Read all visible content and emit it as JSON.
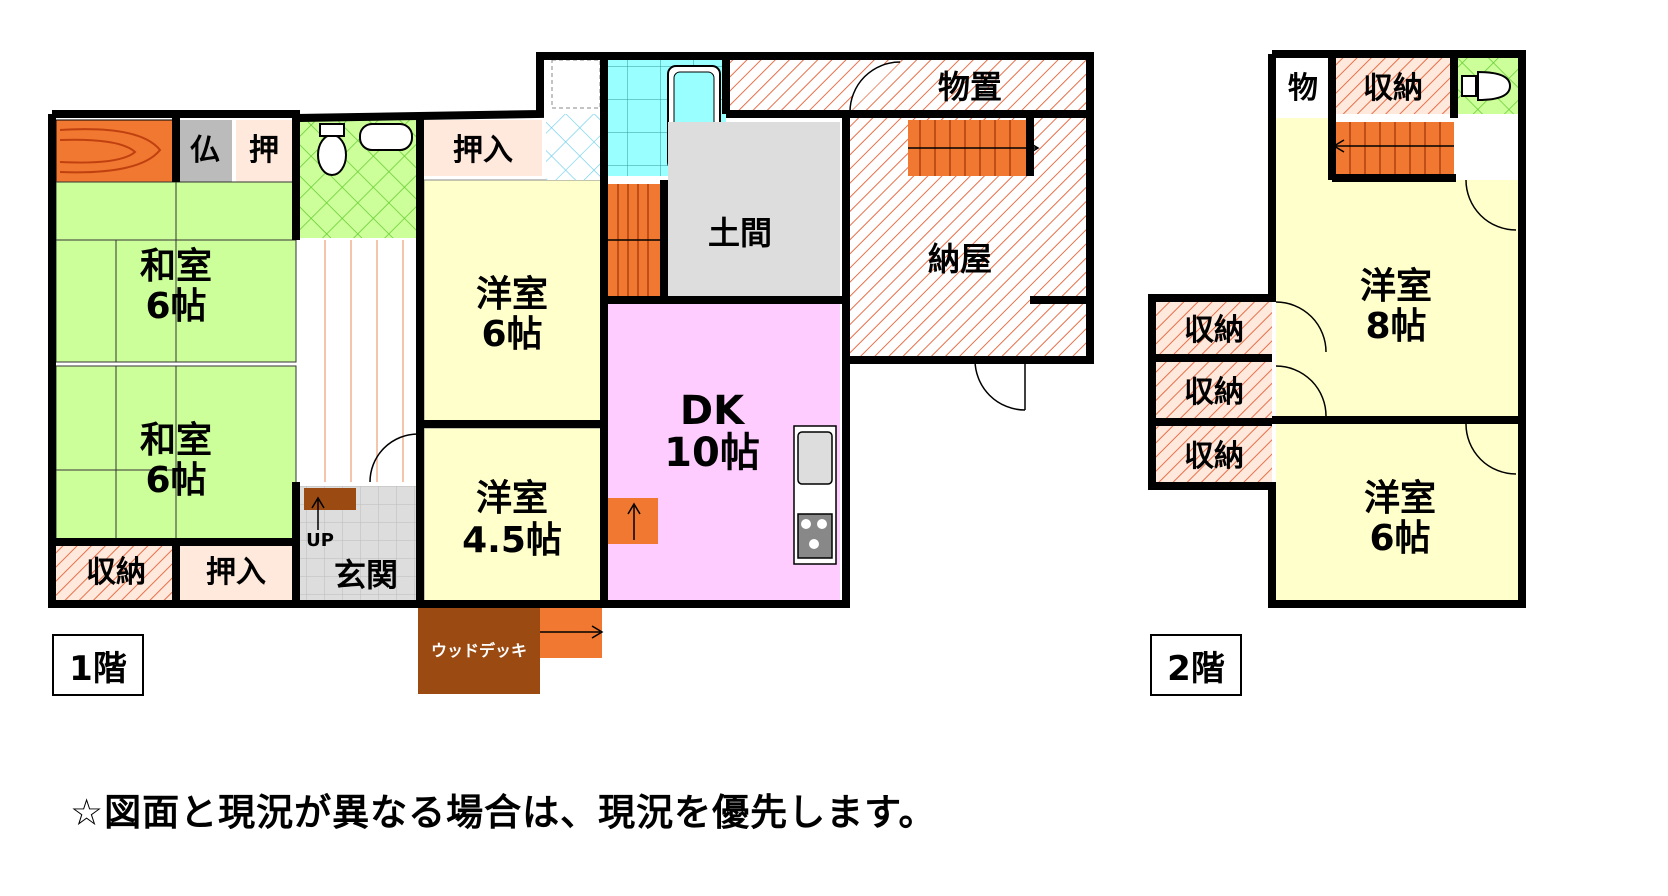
{
  "floors": {
    "first": {
      "label": "1階"
    },
    "second": {
      "label": "2階"
    }
  },
  "rooms": {
    "butsu": "仏",
    "oshi": "押",
    "oshiire_top": "押入",
    "washitsu1": {
      "name": "和室",
      "size": "6帖"
    },
    "washitsu2": {
      "name": "和室",
      "size": "6帖"
    },
    "shuno_1f": "収納",
    "oshiire_bottom": "押入",
    "up": "UP",
    "genkan": "玄関",
    "yoshitsu6": {
      "name": "洋室",
      "size": "6帖"
    },
    "yoshitsu45": {
      "name": "洋室",
      "size": "4.5帖"
    },
    "doma": "土間",
    "dk": {
      "name": "DK",
      "size": "10帖"
    },
    "monooki": "物置",
    "naya": "納屋",
    "wood_deck": "ウッドデッキ",
    "mono_2f": "物",
    "shuno_2f_top": "収納",
    "shuno_2f_a": "収納",
    "shuno_2f_b": "収納",
    "shuno_2f_c": "収納",
    "yoshitsu8": {
      "name": "洋室",
      "size": "8帖"
    },
    "yoshitsu6_2f": {
      "name": "洋室",
      "size": "6帖"
    }
  },
  "note": "☆図面と現況が異なる場合は、現況を優先します。",
  "colors": {
    "washitsu": "#ccffcc",
    "yoshitsu": "#ffffcc",
    "dk": "#ffccff",
    "doma": "#dddddd",
    "bath": "#99ffff",
    "stairs": "#f07830",
    "wood_deck": "#9b4a12",
    "toilet": "#ccff99",
    "hatch": "#f08060",
    "closet_bg": "#ffe8dc",
    "wall": "#000000"
  }
}
